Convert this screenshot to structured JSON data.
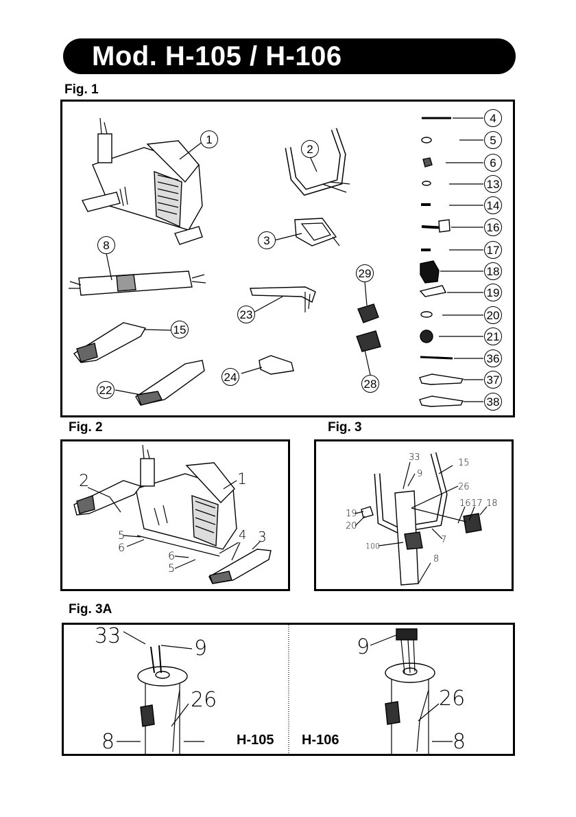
{
  "title": "Mod. H-105 / H-106",
  "figures": {
    "fig1": {
      "label": "Fig. 1"
    },
    "fig2": {
      "label": "Fig. 2"
    },
    "fig3": {
      "label": "Fig. 3"
    },
    "fig3a": {
      "label": "Fig. 3A",
      "left_model": "H-105",
      "right_model": "H-106"
    }
  },
  "fig1_parts": [
    "1",
    "2",
    "3",
    "8",
    "15",
    "22",
    "23",
    "24",
    "29",
    "28"
  ],
  "fig1_list": [
    "4",
    "5",
    "6",
    "13",
    "14",
    "16",
    "17",
    "18",
    "19",
    "20",
    "21",
    "36",
    "37",
    "38"
  ],
  "fig2_labels": [
    "2",
    "1",
    "4",
    "3",
    "5",
    "6",
    "6",
    "5"
  ],
  "fig3_labels": [
    "33",
    "9",
    "15",
    "26",
    "19",
    "20",
    "16",
    "17",
    "18",
    "7",
    "100",
    "8"
  ],
  "fig3a_labels": [
    "33",
    "9",
    "26",
    "8",
    "9",
    "26",
    "8"
  ]
}
